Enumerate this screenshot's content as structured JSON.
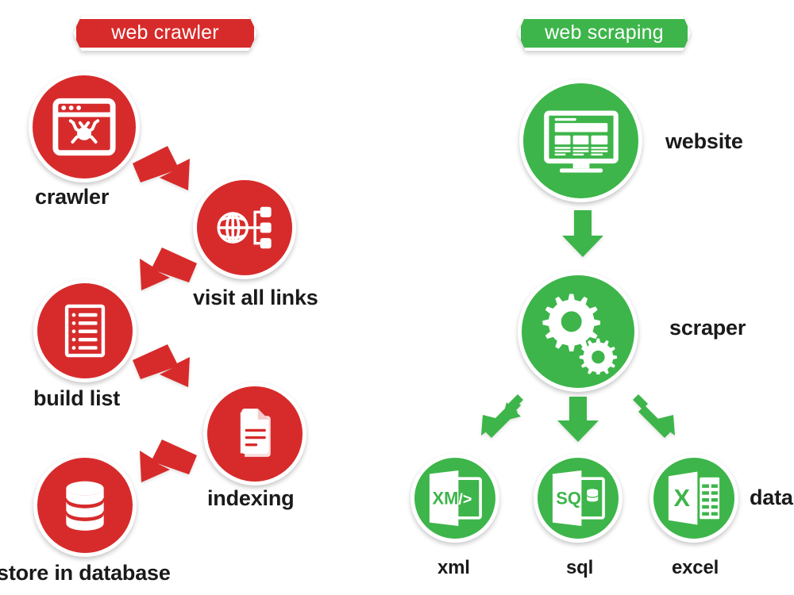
{
  "colors": {
    "red": "#D72B2B",
    "green": "#3DB54A",
    "white": "#FFFFFF",
    "text": "#1A1A1A"
  },
  "left_column": {
    "banner": {
      "label": "web crawler",
      "color": "#D72B2B"
    },
    "steps": [
      {
        "id": "crawler",
        "label": "crawler",
        "icon": "browser-spider-icon"
      },
      {
        "id": "visit-all-links",
        "label": "visit all links",
        "icon": "globe-network-icon"
      },
      {
        "id": "build-list",
        "label": "build list",
        "icon": "checklist-document-icon"
      },
      {
        "id": "indexing",
        "label": "indexing",
        "icon": "stacked-documents-icon"
      },
      {
        "id": "store-in-database",
        "label": "store in database",
        "icon": "database-cylinder-icon"
      }
    ],
    "arrows": [
      {
        "id": "arrow-crawler-to-links",
        "direction": "down-right"
      },
      {
        "id": "arrow-links-to-build-list",
        "direction": "down-left"
      },
      {
        "id": "arrow-build-list-to-index",
        "direction": "down-right"
      },
      {
        "id": "arrow-index-to-database",
        "direction": "down-left"
      }
    ]
  },
  "right_column": {
    "banner": {
      "label": "web scraping",
      "color": "#3DB54A"
    },
    "steps": [
      {
        "id": "website",
        "label": "website",
        "icon": "desktop-monitor-webpage-icon"
      },
      {
        "id": "scraper",
        "label": "scraper",
        "icon": "gears-icon"
      }
    ],
    "outputs": [
      {
        "id": "xml",
        "label": "xml",
        "icon": "xml-file-icon",
        "glyph": "XML",
        "tag": "/>"
      },
      {
        "id": "sql",
        "label": "sql",
        "icon": "sql-file-icon",
        "glyph": "SQL"
      },
      {
        "id": "excel",
        "label": "excel",
        "icon": "excel-file-icon",
        "glyph": "X"
      }
    ],
    "output_group_label": "data",
    "arrows": [
      {
        "id": "arrow-website-to-scraper",
        "direction": "down"
      },
      {
        "id": "arrow-scraper-to-xml",
        "direction": "down-left"
      },
      {
        "id": "arrow-scraper-to-sql",
        "direction": "down"
      },
      {
        "id": "arrow-scraper-to-excel",
        "direction": "down-right"
      }
    ]
  }
}
